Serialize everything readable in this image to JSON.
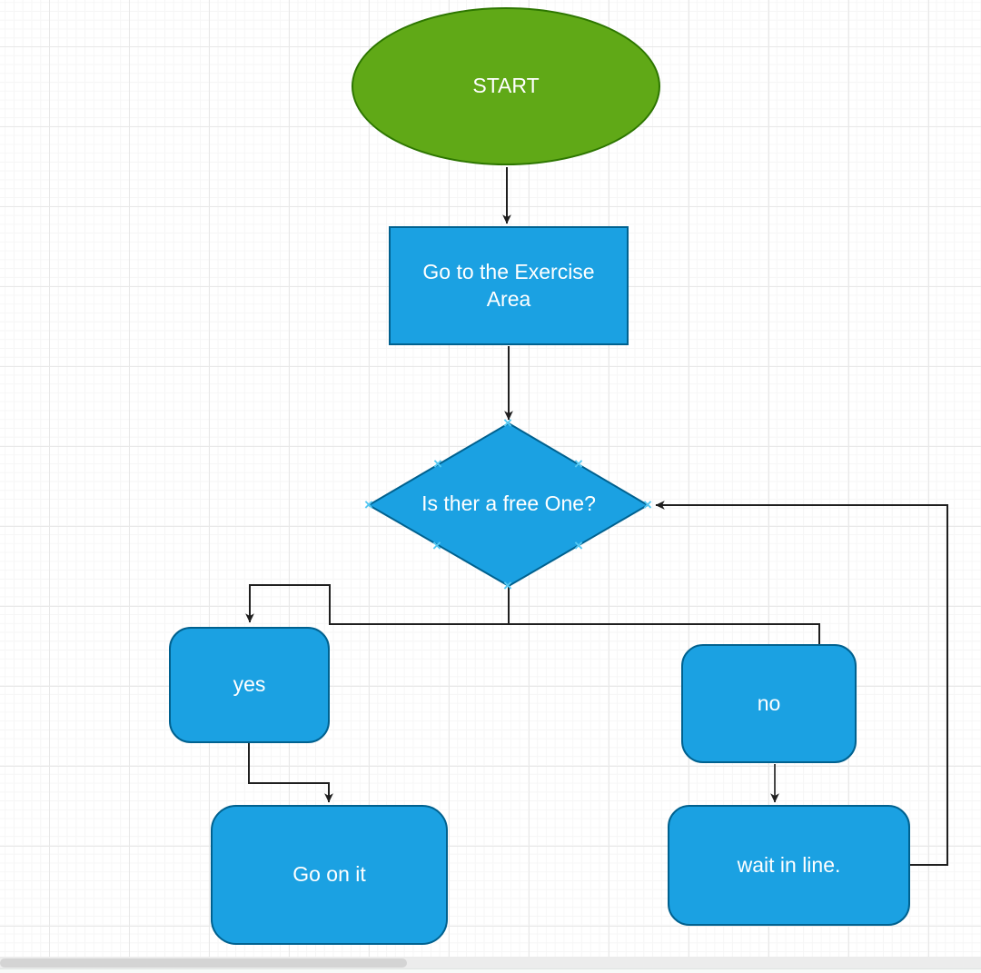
{
  "app": {
    "view": "flowchart-editor-canvas"
  },
  "colors": {
    "node-fill": "#1ba1e2",
    "node-stroke": "#00618f",
    "start-fill": "#60a917",
    "start-stroke": "#2d7600",
    "connector": "#1f1f1f",
    "connection-point": "#55c8f2",
    "scrollbar-thumb": "#d4d4d4",
    "scrollbar-track": "#ececec"
  },
  "nodes": {
    "start": {
      "label": "START",
      "shape": "ellipse"
    },
    "goto_area": {
      "label": "Go to the Exercise Area",
      "shape": "rectangle"
    },
    "decision": {
      "label": "Is ther a free One?",
      "shape": "diamond"
    },
    "yes_branch": {
      "label": "yes",
      "shape": "rounded-rectangle"
    },
    "no_branch": {
      "label": "no",
      "shape": "rounded-rectangle"
    },
    "go_on_it": {
      "label": "Go on it",
      "shape": "rounded-rectangle"
    },
    "wait_in_line": {
      "label": "wait in line.",
      "shape": "rounded-rectangle"
    }
  },
  "edges": [
    {
      "from": "start",
      "to": "goto_area"
    },
    {
      "from": "goto_area",
      "to": "decision"
    },
    {
      "from": "decision",
      "to": "yes_branch"
    },
    {
      "from": "decision",
      "to": "no_branch"
    },
    {
      "from": "yes_branch",
      "to": "go_on_it"
    },
    {
      "from": "no_branch",
      "to": "wait_in_line"
    },
    {
      "from": "wait_in_line",
      "to": "decision"
    }
  ],
  "icons": {
    "connection_point_glyph": "×"
  }
}
